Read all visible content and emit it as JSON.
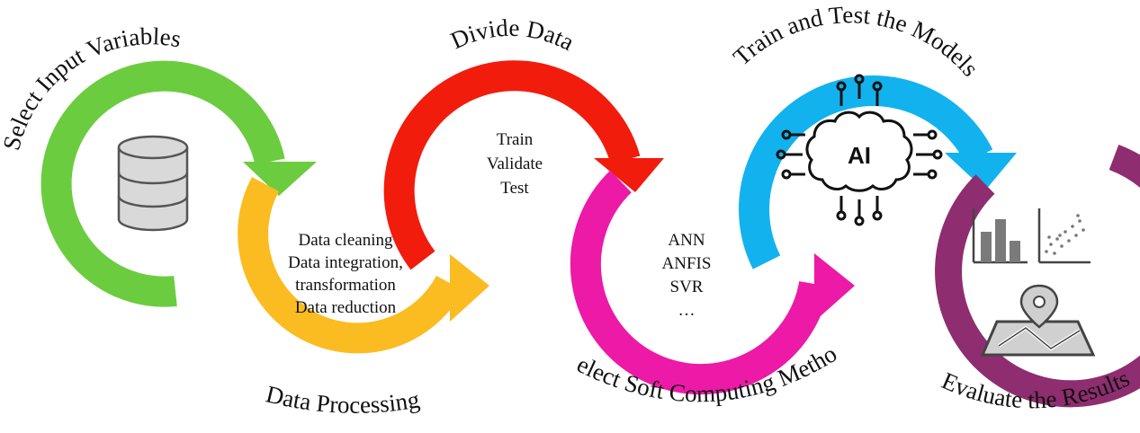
{
  "steps": [
    {
      "label": "Select Input Variables",
      "color": "#6ccc3f",
      "icon": "database-icon"
    },
    {
      "label": "Data Processing",
      "color": "#fbbc22",
      "details": [
        "Data cleaning",
        "Data integration,",
        "transformation",
        "Data reduction"
      ]
    },
    {
      "label": "Divide Data",
      "color": "#f21c0d",
      "details": [
        "Train",
        "Validate",
        "Test"
      ]
    },
    {
      "label": "Select Soft Computing Method",
      "color": "#ec1aa6",
      "details": [
        "ANN",
        "ANFIS",
        "SVR",
        "…"
      ]
    },
    {
      "label": "Train and Test the Models",
      "color": "#12b2ee",
      "icon": "ai-chip-icon",
      "icon_text": "AI"
    },
    {
      "label": "Evaluate the Results",
      "color": "#8e2d6f",
      "icon": "charts-map-icon"
    }
  ]
}
